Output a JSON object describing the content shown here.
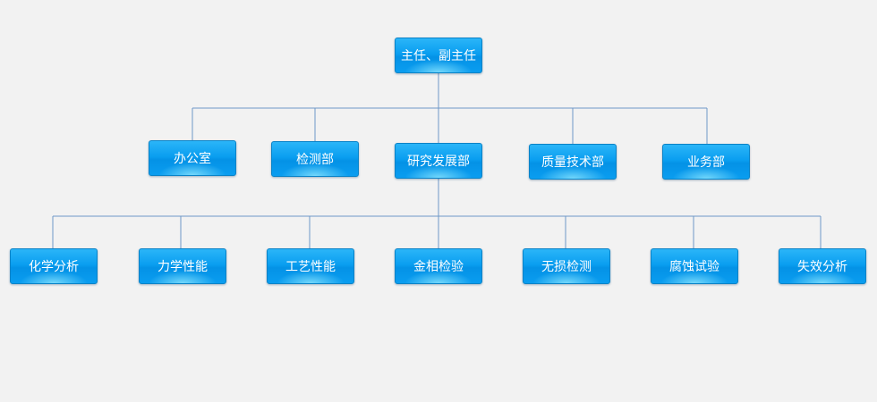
{
  "diagram": {
    "root": {
      "label": "主任、副主任"
    },
    "level2": [
      {
        "label": "办公室"
      },
      {
        "label": "检测部"
      },
      {
        "label": "研究发展部"
      },
      {
        "label": "质量技术部"
      },
      {
        "label": "业务部"
      }
    ],
    "level3": [
      {
        "label": "化学分析"
      },
      {
        "label": "力学性能"
      },
      {
        "label": "工艺性能"
      },
      {
        "label": "金相检验"
      },
      {
        "label": "无损检测"
      },
      {
        "label": "腐蚀试验"
      },
      {
        "label": "失效分析"
      }
    ],
    "parent_of_level3": "研究发展部",
    "colors": {
      "box": "#0a9ef0",
      "border": "#0a83c7",
      "line": "#6f98c8",
      "background": "#f2f2f2",
      "text": "#ffffff"
    }
  }
}
